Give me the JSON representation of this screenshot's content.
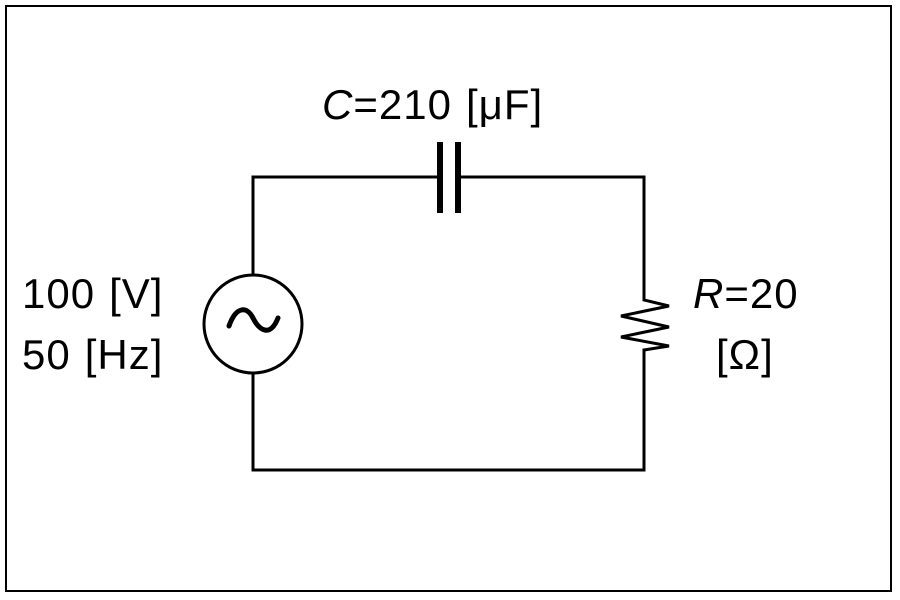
{
  "capacitor": {
    "symbol": "C",
    "equals": "=",
    "value": "210",
    "unit": "[μF]"
  },
  "resistor": {
    "symbol": "R",
    "equals": "=",
    "value": "20",
    "unit": "[Ω]"
  },
  "source": {
    "voltage_value": "100",
    "voltage_unit": "[V]",
    "frequency_value": "50",
    "frequency_unit": "[Hz]"
  }
}
